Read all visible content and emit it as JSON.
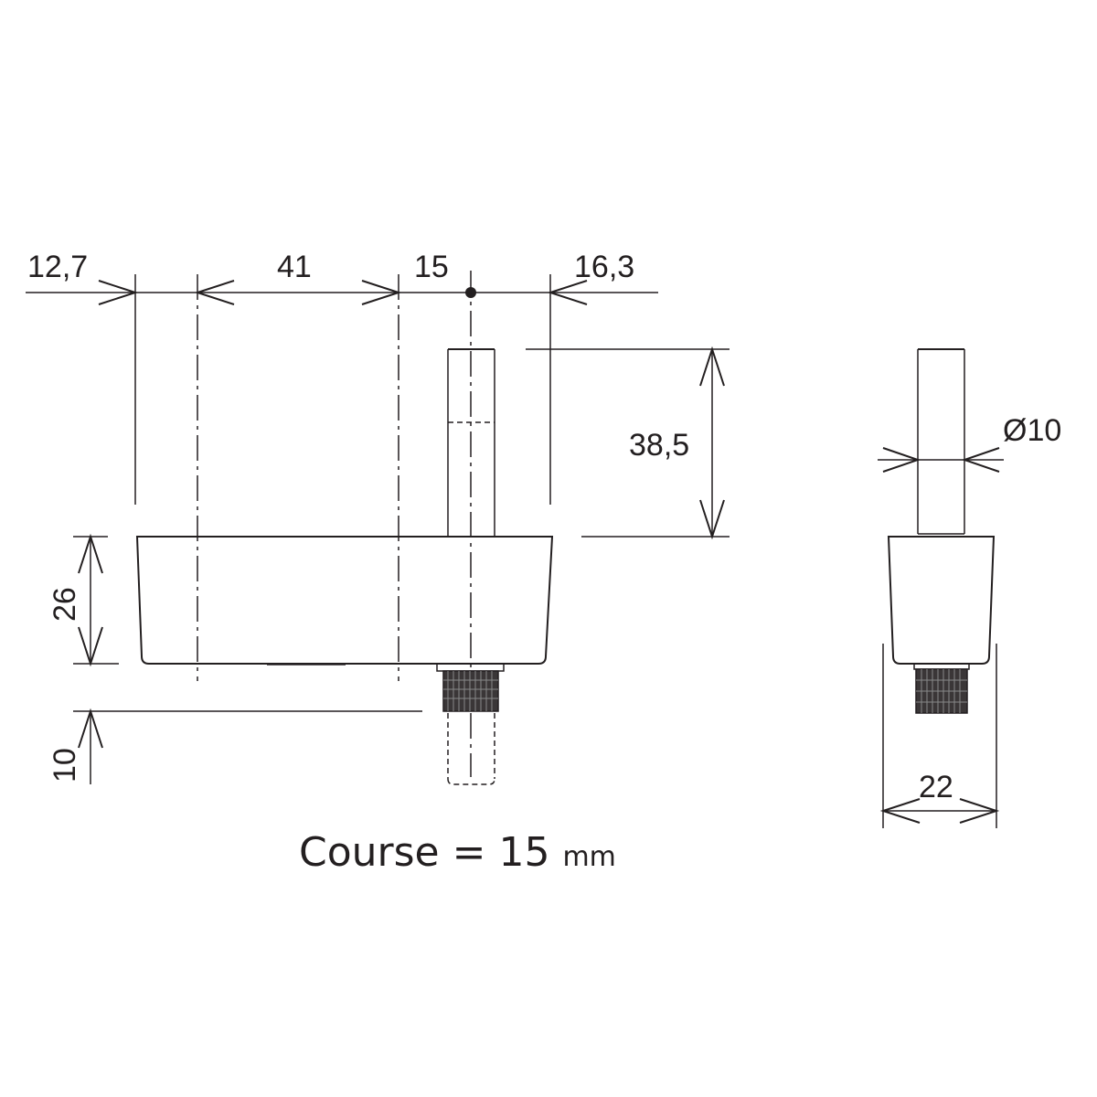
{
  "dimensions": {
    "d1": "12,7",
    "d2": "41",
    "d3": "15",
    "d4": "16,3",
    "height_top": "38,5",
    "height_body": "26",
    "height_travel": "10",
    "diameter": "Ø10",
    "width_side": "22"
  },
  "caption": {
    "main": "Course = 15",
    "unit": "mm"
  },
  "colors": {
    "line": "#231f20",
    "background": "#ffffff"
  }
}
